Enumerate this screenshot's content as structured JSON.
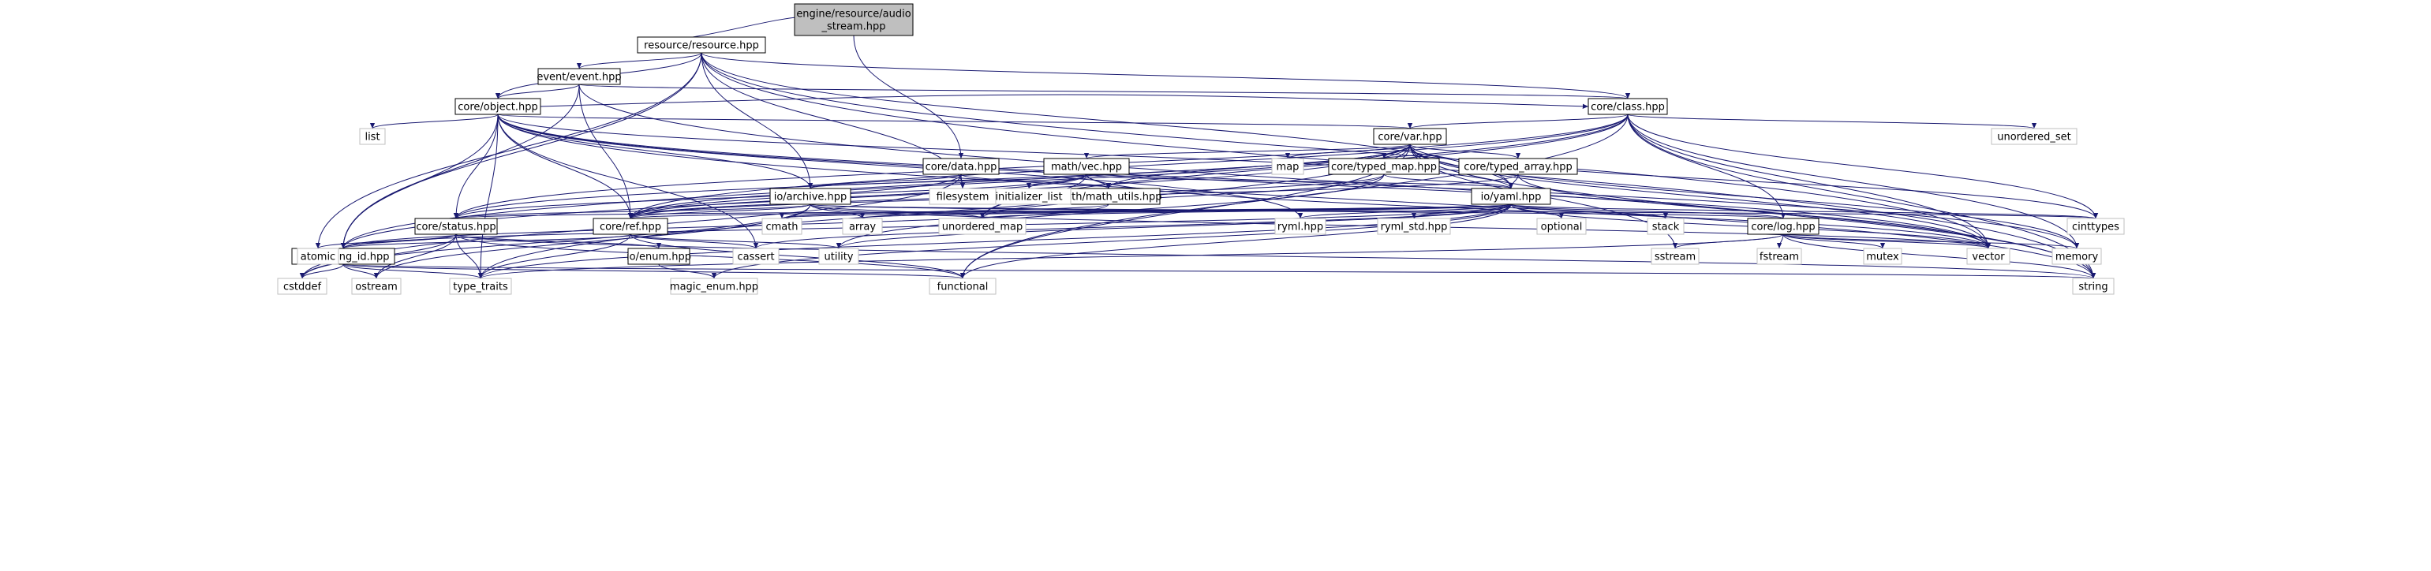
{
  "graph": {
    "type": "include-dependency-graph",
    "colors": {
      "edge": "#191970",
      "node_border": "#000000",
      "system_border": "#bfbfbf",
      "root_fill": "#bfbfbf",
      "node_fill": "#ffffff",
      "text": "#000000"
    },
    "nodes": [
      {
        "id": "root",
        "lines": [
          "engine/resource/audio",
          "_stream.hpp"
        ],
        "kind": "root"
      },
      {
        "id": "resource",
        "lines": [
          "resource/resource.hpp"
        ],
        "kind": "local"
      },
      {
        "id": "event",
        "lines": [
          "event/event.hpp"
        ],
        "kind": "local"
      },
      {
        "id": "object",
        "lines": [
          "core/object.hpp"
        ],
        "kind": "local"
      },
      {
        "id": "class",
        "lines": [
          "core/class.hpp"
        ],
        "kind": "local"
      },
      {
        "id": "var",
        "lines": [
          "core/var.hpp"
        ],
        "kind": "local"
      },
      {
        "id": "data",
        "lines": [
          "core/data.hpp"
        ],
        "kind": "local"
      },
      {
        "id": "mathvec",
        "lines": [
          "math/vec.hpp"
        ],
        "kind": "local"
      },
      {
        "id": "typedmap",
        "lines": [
          "core/typed_map.hpp"
        ],
        "kind": "local"
      },
      {
        "id": "typedarray",
        "lines": [
          "core/typed_array.hpp"
        ],
        "kind": "local"
      },
      {
        "id": "yaml",
        "lines": [
          "io/yaml.hpp"
        ],
        "kind": "local"
      },
      {
        "id": "archive",
        "lines": [
          "io/archive.hpp"
        ],
        "kind": "local"
      },
      {
        "id": "mathutils",
        "lines": [
          "math/math_utils.hpp"
        ],
        "kind": "local"
      },
      {
        "id": "status",
        "lines": [
          "core/status.hpp"
        ],
        "kind": "local"
      },
      {
        "id": "ref",
        "lines": [
          "core/ref.hpp"
        ],
        "kind": "local"
      },
      {
        "id": "log",
        "lines": [
          "core/log.hpp"
        ],
        "kind": "local"
      },
      {
        "id": "stringid",
        "lines": [
          "core/string_id.hpp"
        ],
        "kind": "local"
      },
      {
        "id": "enum",
        "lines": [
          "io/enum.hpp"
        ],
        "kind": "local"
      },
      {
        "id": "list",
        "lines": [
          "list"
        ],
        "kind": "system"
      },
      {
        "id": "unordered_set",
        "lines": [
          "unordered_set"
        ],
        "kind": "system"
      },
      {
        "id": "map",
        "lines": [
          "map"
        ],
        "kind": "system"
      },
      {
        "id": "initializer_list",
        "lines": [
          "initializer_list"
        ],
        "kind": "system"
      },
      {
        "id": "filesystem",
        "lines": [
          "filesystem"
        ],
        "kind": "system"
      },
      {
        "id": "cmath",
        "lines": [
          "cmath"
        ],
        "kind": "system"
      },
      {
        "id": "array",
        "lines": [
          "array"
        ],
        "kind": "system"
      },
      {
        "id": "unordered_map",
        "lines": [
          "unordered_map"
        ],
        "kind": "system"
      },
      {
        "id": "rymlhpp",
        "lines": [
          "ryml.hpp"
        ],
        "kind": "system"
      },
      {
        "id": "rymlstd",
        "lines": [
          "ryml_std.hpp"
        ],
        "kind": "system"
      },
      {
        "id": "optional",
        "lines": [
          "optional"
        ],
        "kind": "system"
      },
      {
        "id": "stack",
        "lines": [
          "stack"
        ],
        "kind": "system"
      },
      {
        "id": "cinttypes",
        "lines": [
          "cinttypes"
        ],
        "kind": "system"
      },
      {
        "id": "atomic",
        "lines": [
          "atomic"
        ],
        "kind": "system"
      },
      {
        "id": "cassert",
        "lines": [
          "cassert"
        ],
        "kind": "system"
      },
      {
        "id": "utility",
        "lines": [
          "utility"
        ],
        "kind": "system"
      },
      {
        "id": "sstream",
        "lines": [
          "sstream"
        ],
        "kind": "system"
      },
      {
        "id": "fstream",
        "lines": [
          "fstream"
        ],
        "kind": "system"
      },
      {
        "id": "mutex",
        "lines": [
          "mutex"
        ],
        "kind": "system"
      },
      {
        "id": "vector",
        "lines": [
          "vector"
        ],
        "kind": "system"
      },
      {
        "id": "memory",
        "lines": [
          "memory"
        ],
        "kind": "system"
      },
      {
        "id": "string",
        "lines": [
          "string"
        ],
        "kind": "system"
      },
      {
        "id": "cstddef",
        "lines": [
          "cstddef"
        ],
        "kind": "system"
      },
      {
        "id": "ostream",
        "lines": [
          "ostream"
        ],
        "kind": "system"
      },
      {
        "id": "type_traits",
        "lines": [
          "type_traits"
        ],
        "kind": "system"
      },
      {
        "id": "magic_enum",
        "lines": [
          "magic_enum.hpp"
        ],
        "kind": "system"
      },
      {
        "id": "functional",
        "lines": [
          "functional"
        ],
        "kind": "system"
      }
    ],
    "edges": [
      [
        "root",
        "resource"
      ],
      [
        "root",
        "data"
      ],
      [
        "resource",
        "event"
      ],
      [
        "resource",
        "object"
      ],
      [
        "resource",
        "class"
      ],
      [
        "resource",
        "archive"
      ],
      [
        "resource",
        "yaml"
      ],
      [
        "resource",
        "stringid"
      ],
      [
        "resource",
        "atomic"
      ],
      [
        "resource",
        "filesystem"
      ],
      [
        "resource",
        "vector"
      ],
      [
        "resource",
        "string"
      ],
      [
        "event",
        "object"
      ],
      [
        "event",
        "class"
      ],
      [
        "event",
        "ref"
      ],
      [
        "event",
        "stringid"
      ],
      [
        "event",
        "string"
      ],
      [
        "object",
        "class"
      ],
      [
        "object",
        "var"
      ],
      [
        "object",
        "list"
      ],
      [
        "object",
        "status"
      ],
      [
        "object",
        "ref"
      ],
      [
        "object",
        "stringid"
      ],
      [
        "object",
        "archive"
      ],
      [
        "object",
        "yaml"
      ],
      [
        "object",
        "rymlhpp"
      ],
      [
        "object",
        "cassert"
      ],
      [
        "object",
        "type_traits"
      ],
      [
        "object",
        "vector"
      ],
      [
        "object",
        "memory"
      ],
      [
        "object",
        "string"
      ],
      [
        "class",
        "var"
      ],
      [
        "class",
        "status"
      ],
      [
        "class",
        "ref"
      ],
      [
        "class",
        "stringid"
      ],
      [
        "class",
        "log"
      ],
      [
        "class",
        "unordered_set"
      ],
      [
        "class",
        "unordered_map"
      ],
      [
        "class",
        "functional"
      ],
      [
        "class",
        "cinttypes"
      ],
      [
        "class",
        "vector"
      ],
      [
        "class",
        "memory"
      ],
      [
        "class",
        "string"
      ],
      [
        "var",
        "typedmap"
      ],
      [
        "var",
        "typedarray"
      ],
      [
        "var",
        "mathvec"
      ],
      [
        "var",
        "mathutils"
      ],
      [
        "var",
        "map"
      ],
      [
        "var",
        "ref"
      ],
      [
        "var",
        "status"
      ],
      [
        "var",
        "stringid"
      ],
      [
        "var",
        "yaml"
      ],
      [
        "var",
        "sstream"
      ],
      [
        "var",
        "cinttypes"
      ],
      [
        "var",
        "vector"
      ],
      [
        "var",
        "string"
      ],
      [
        "var",
        "memory"
      ],
      [
        "var",
        "type_traits"
      ],
      [
        "var",
        "functional"
      ],
      [
        "data",
        "archive"
      ],
      [
        "data",
        "ref"
      ],
      [
        "data",
        "filesystem"
      ],
      [
        "data",
        "mathutils"
      ],
      [
        "data",
        "cstddef"
      ],
      [
        "mathvec",
        "mathutils"
      ],
      [
        "mathvec",
        "initializer_list"
      ],
      [
        "mathvec",
        "yaml"
      ],
      [
        "mathvec",
        "archive"
      ],
      [
        "mathvec",
        "status"
      ],
      [
        "mathvec",
        "ref"
      ],
      [
        "mathvec",
        "unordered_map"
      ],
      [
        "mathvec",
        "vector"
      ],
      [
        "typedmap",
        "yaml"
      ],
      [
        "typedmap",
        "unordered_map"
      ],
      [
        "typedmap",
        "ref"
      ],
      [
        "typedmap",
        "utility"
      ],
      [
        "typedarray",
        "yaml"
      ],
      [
        "typedarray",
        "ref"
      ],
      [
        "typedarray",
        "vector"
      ],
      [
        "yaml",
        "ref"
      ],
      [
        "yaml",
        "status"
      ],
      [
        "yaml",
        "log"
      ],
      [
        "yaml",
        "stringid"
      ],
      [
        "yaml",
        "cmath"
      ],
      [
        "yaml",
        "array"
      ],
      [
        "yaml",
        "unordered_map"
      ],
      [
        "yaml",
        "rymlhpp"
      ],
      [
        "yaml",
        "rymlstd"
      ],
      [
        "yaml",
        "optional"
      ],
      [
        "yaml",
        "stack"
      ],
      [
        "yaml",
        "cinttypes"
      ],
      [
        "yaml",
        "cassert"
      ],
      [
        "yaml",
        "utility"
      ],
      [
        "yaml",
        "functional"
      ],
      [
        "yaml",
        "type_traits"
      ],
      [
        "yaml",
        "magic_enum"
      ],
      [
        "yaml",
        "vector"
      ],
      [
        "archive",
        "status"
      ],
      [
        "archive",
        "ref"
      ],
      [
        "archive",
        "log"
      ],
      [
        "archive",
        "array"
      ],
      [
        "archive",
        "unordered_map"
      ],
      [
        "archive",
        "cinttypes"
      ],
      [
        "archive",
        "vector"
      ],
      [
        "archive",
        "cstddef"
      ],
      [
        "archive",
        "ostream"
      ],
      [
        "mathutils",
        "cmath"
      ],
      [
        "mathutils",
        "stringid"
      ],
      [
        "status",
        "stringid"
      ],
      [
        "status",
        "enum"
      ],
      [
        "status",
        "atomic"
      ],
      [
        "status",
        "cstddef"
      ],
      [
        "status",
        "ostream"
      ],
      [
        "status",
        "type_traits"
      ],
      [
        "status",
        "functional"
      ],
      [
        "status",
        "string"
      ],
      [
        "ref",
        "stringid"
      ],
      [
        "ref",
        "cassert"
      ],
      [
        "ref",
        "utility"
      ],
      [
        "ref",
        "type_traits"
      ],
      [
        "ref",
        "functional"
      ],
      [
        "log",
        "sstream"
      ],
      [
        "log",
        "fstream"
      ],
      [
        "log",
        "mutex"
      ],
      [
        "log",
        "vector"
      ],
      [
        "log",
        "memory"
      ],
      [
        "log",
        "string"
      ],
      [
        "log",
        "type_traits"
      ],
      [
        "stringid",
        "cstddef"
      ],
      [
        "stringid",
        "ostream"
      ],
      [
        "stringid",
        "type_traits"
      ],
      [
        "stringid",
        "string"
      ],
      [
        "stringid",
        "functional"
      ],
      [
        "enum",
        "magic_enum"
      ]
    ]
  }
}
